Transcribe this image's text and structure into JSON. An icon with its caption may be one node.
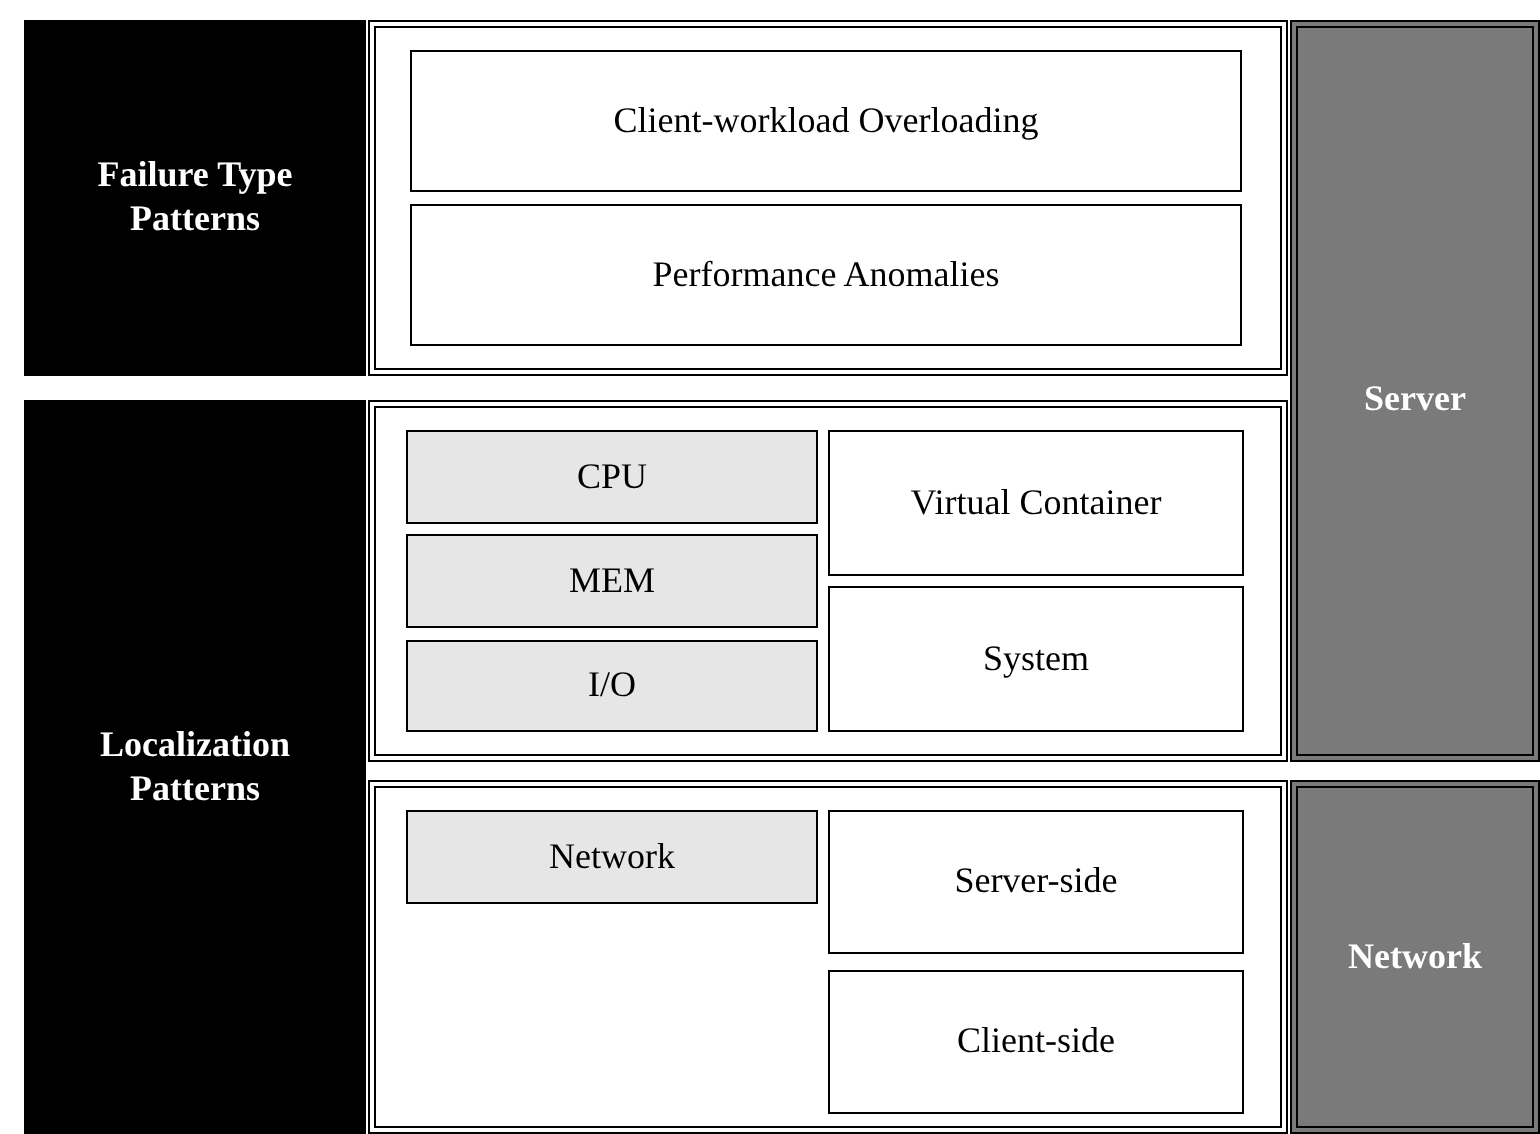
{
  "diagram": {
    "nodes": [
      {
        "text": [
          "Failure Type Patterns"
        ]
      },
      {
        "text": [],
        "shape": "box"
      },
      {
        "text": [
          "Client-workload Overloading"
        ],
        "in": 1
      },
      {
        "text": [
          "Performance Anomalies"
        ],
        "in": 1
      },
      {
        "text": [
          "Server"
        ]
      },
      {
        "text": [
          "Localization Patterns"
        ]
      },
      {
        "text": [],
        "shape": "box"
      },
      {
        "text": [
          "CPU"
        ],
        "in": 6
      },
      {
        "text": [
          "MEM"
        ],
        "in": 6
      },
      {
        "text": [
          "I/O"
        ],
        "in": 6
      },
      {
        "text": [
          "Virtual Container"
        ],
        "in": 6
      },
      {
        "text": [
          "System"
        ],
        "in": 6
      },
      {
        "text": [],
        "shape": "box"
      },
      {
        "text": [
          "Network"
        ],
        "in": 12
      },
      {
        "text": [
          "Server-side"
        ],
        "in": 12
      },
      {
        "text": [
          "Client-side"
        ],
        "in": 12
      },
      {
        "text": [
          "Network"
        ]
      }
    ]
  }
}
